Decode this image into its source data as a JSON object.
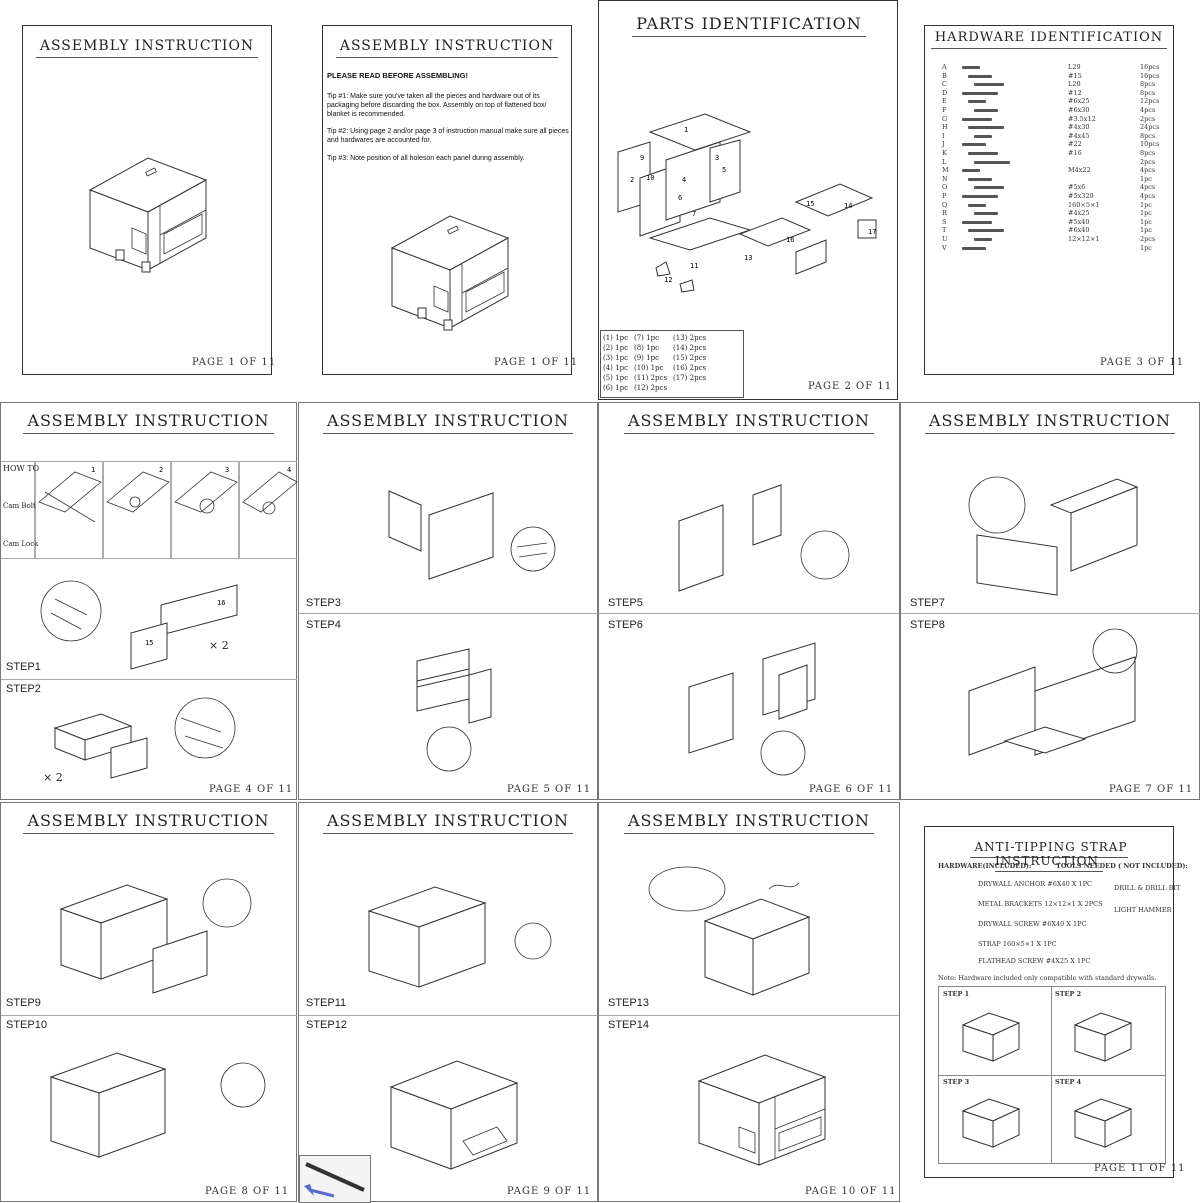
{
  "pages": {
    "p1": {
      "title": "ASSEMBLY INSTRUCTION",
      "page": "PAGE 1 OF 11"
    },
    "p1b": {
      "title": "ASSEMBLY INSTRUCTION",
      "heading": "PLEASE READ BEFORE ASSEMBLING!",
      "tip1": "Tip #1: Make sure you've taken all the pieces and hardware out of its packaging before discarding the box. Assembly on top of flattened box/ blanket is recommended.",
      "tip2": "Tip #2: Using page 2 and/or page 3 of instruction manual make sure all pieces and hardwares are accounted for.",
      "tip3": "Tip #3: Note position of all holeson each panel during assembly.",
      "page": "PAGE 1 OF 11"
    },
    "p2": {
      "title": "PARTS IDENTIFICATION",
      "page": "PAGE 2 OF 11",
      "parts_col1": [
        "(1)  1pc",
        "(2)  1pc",
        "(3)  1pc",
        "(4)  1pc",
        "(5)  1pc",
        "(6)  1pc"
      ],
      "parts_col2": [
        "(7)  1pc",
        "(8)  1pc",
        "(9)  1pc",
        "(10) 1pc",
        "(11) 2pcs",
        "(12) 2pcs"
      ],
      "parts_col3": [
        "(13) 2pcs",
        "(14) 2pcs",
        "(15) 2pcs",
        "(16) 2pcs",
        "(17) 2pcs",
        ""
      ]
    },
    "p3": {
      "title": "HARDWARE IDENTIFICATION",
      "page": "PAGE 3 OF 11",
      "letters": [
        "A",
        "B",
        "C",
        "D",
        "E",
        "F",
        "G",
        "H",
        "I",
        "J",
        "K",
        "L",
        "M",
        "N",
        "O",
        "P",
        "Q",
        "R",
        "S",
        "T",
        "U",
        "V"
      ],
      "specs": [
        "L29",
        "#15",
        "L20",
        "#12",
        "#6x25",
        "#6x30",
        "#3.5x12",
        "#4x30",
        "#4x45",
        "#22",
        "#16",
        "",
        "M4x22",
        "",
        "#5x6",
        "#5x329",
        "160×5×1",
        "#4x25",
        "#5x40",
        "#6x40",
        "12×12×1",
        ""
      ],
      "qty": [
        "16pcs",
        "16pcs",
        "8pcs",
        "8pcs",
        "12pcs",
        "4pcs",
        "2pcs",
        "24pcs",
        "8pcs",
        "10pcs",
        "8pcs",
        "2pcs",
        "4pcs",
        "1pc",
        "4pcs",
        "4pcs",
        "1pc",
        "1pc",
        "1pc",
        "1pc",
        "2pcs",
        "1pc"
      ]
    },
    "p4": {
      "title": "ASSEMBLY INSTRUCTION",
      "page": "PAGE 4 OF 11",
      "step_a": "STEP1",
      "step_b": "STEP2",
      "howto": "HOW TO",
      "cambolt": "Cam Bolt",
      "camlock": "Cam Lock",
      "times": "× 2",
      "times2": "× 2"
    },
    "p5": {
      "title": "ASSEMBLY INSTRUCTION",
      "page": "PAGE 5 OF 11",
      "step_a": "STEP3",
      "step_b": "STEP4"
    },
    "p6": {
      "title": "ASSEMBLY INSTRUCTION",
      "page": "PAGE 6 OF 11",
      "step_a": "STEP5",
      "step_b": "STEP6"
    },
    "p7": {
      "title": "ASSEMBLY INSTRUCTION",
      "page": "PAGE 7 OF 11",
      "step_a": "STEP7",
      "step_b": "STEP8"
    },
    "p8": {
      "title": "ASSEMBLY INSTRUCTION",
      "page": "PAGE 8 OF 11",
      "step_a": "STEP9",
      "step_b": "STEP10"
    },
    "p9": {
      "title": "ASSEMBLY INSTRUCTION",
      "page": "PAGE 9 OF 11",
      "step_a": "STEP11",
      "step_b": "STEP12"
    },
    "p10": {
      "title": "ASSEMBLY INSTRUCTION",
      "page": "PAGE 10 OF 11",
      "step_a": "STEP13",
      "step_b": "STEP14"
    },
    "p11": {
      "title": "ANTI-TIPPING STRAP INSTRUCTION",
      "page": "PAGE 11 OF 11",
      "hw_included": "HARDWARE(INCLUDED):",
      "tools_needed": "TOOLS NEEDED ( NOT INCLUDED):",
      "items": [
        "DRYWALL ANCHOR #6X40 X 1PC",
        "METAL BRACKETS 12×12×1 X 2PCS",
        "DRYWALL SCREW #6X40 X 1PC",
        "STRAP 160×5×1 X 1PC",
        "FLATHEAD SCREW #4X25 X 1PC"
      ],
      "tools": [
        "DRILL & DRILL BIT",
        "LIGHT HAMMER"
      ],
      "note": "Note: Hardware included only compatible with standard drywalls.",
      "steps": [
        "STEP 1",
        "STEP 2",
        "STEP 3",
        "STEP 4"
      ]
    }
  }
}
